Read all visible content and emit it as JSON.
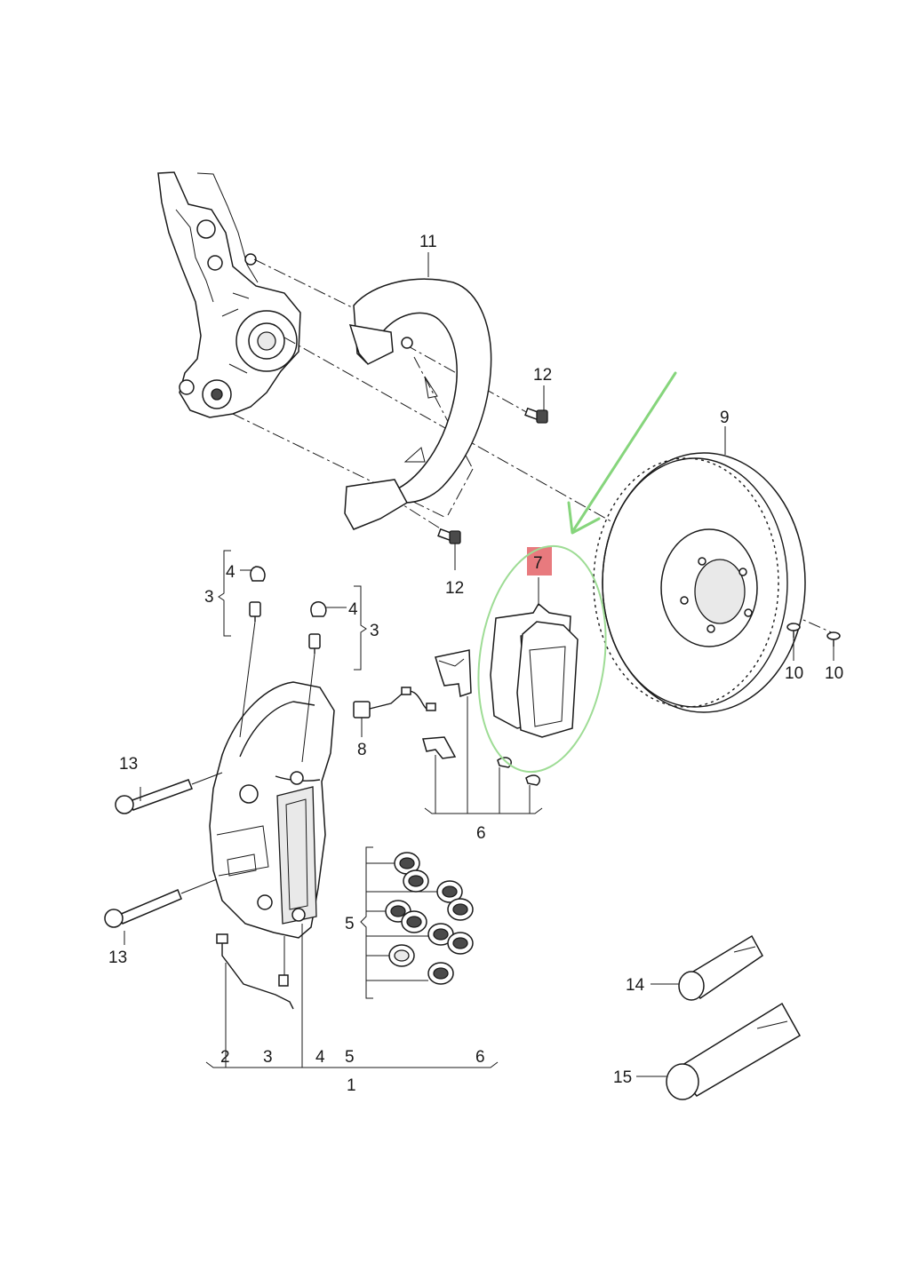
{
  "diagram": {
    "callouts": [
      {
        "key": "c11",
        "label": "11"
      },
      {
        "key": "c12a",
        "label": "12"
      },
      {
        "key": "c12b",
        "label": "12"
      },
      {
        "key": "c9",
        "label": "9"
      },
      {
        "key": "c10a",
        "label": "10"
      },
      {
        "key": "c10b",
        "label": "10"
      },
      {
        "key": "c7",
        "label": "7"
      },
      {
        "key": "c4a",
        "label": "4"
      },
      {
        "key": "c3a",
        "label": "3"
      },
      {
        "key": "c4b",
        "label": "4"
      },
      {
        "key": "c3b",
        "label": "3"
      },
      {
        "key": "c8",
        "label": "8"
      },
      {
        "key": "c6",
        "label": "6"
      },
      {
        "key": "c13a",
        "label": "13"
      },
      {
        "key": "c13b",
        "label": "13"
      },
      {
        "key": "c5",
        "label": "5"
      },
      {
        "key": "c14",
        "label": "14"
      },
      {
        "key": "c15",
        "label": "15"
      },
      {
        "key": "b2",
        "label": "2"
      },
      {
        "key": "b3",
        "label": "3"
      },
      {
        "key": "b4",
        "label": "4"
      },
      {
        "key": "b5",
        "label": "5"
      },
      {
        "key": "b6",
        "label": "6"
      },
      {
        "key": "b1",
        "label": "1"
      }
    ],
    "highlight": {
      "part_label": "7",
      "marker_color": "#e87a7e",
      "ring_color": "#9edc95",
      "arrow_color": "#86d57c"
    }
  }
}
